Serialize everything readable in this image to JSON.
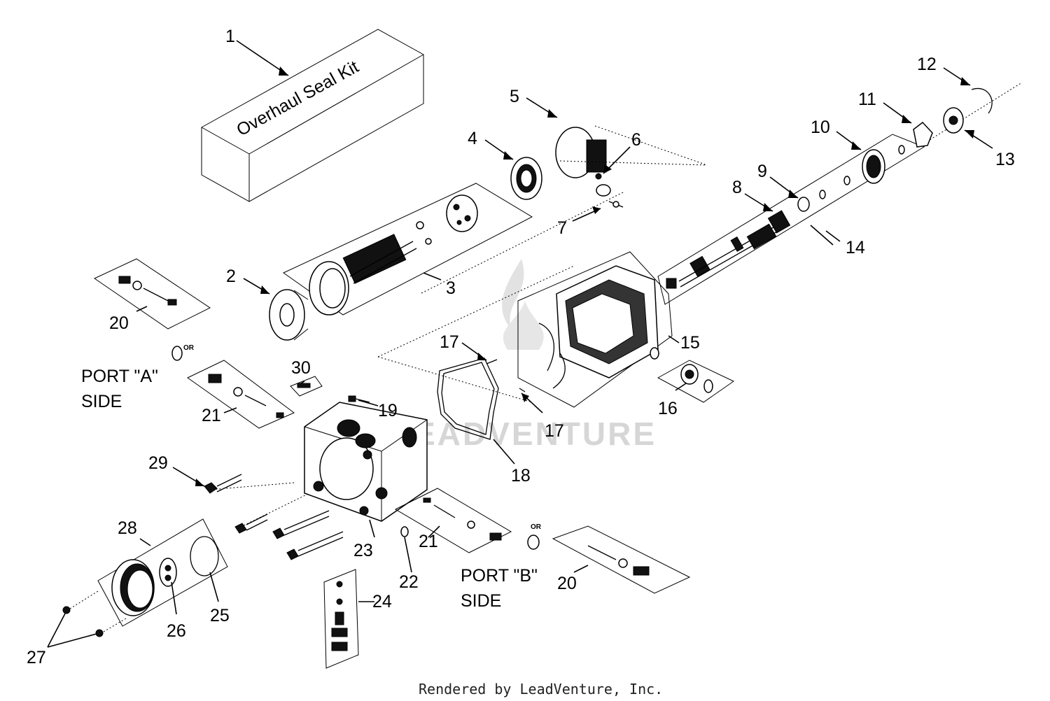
{
  "diagram": {
    "kit_label": "Overhaul Seal Kit",
    "watermark": "LEADVENTURE",
    "credit": "Rendered by LeadVenture, Inc.",
    "port_a": {
      "line1": "PORT \"A\"",
      "line2": "SIDE",
      "or": "OR"
    },
    "port_b": {
      "line1": "PORT \"B\"",
      "line2": "SIDE",
      "or": "OR"
    },
    "callouts": [
      "1",
      "2",
      "3",
      "4",
      "5",
      "6",
      "7",
      "8",
      "9",
      "10",
      "11",
      "12",
      "13",
      "14",
      "15",
      "16",
      "17",
      "17",
      "18",
      "19",
      "20",
      "20",
      "21",
      "21",
      "22",
      "23",
      "24",
      "25",
      "26",
      "27",
      "28",
      "29",
      "30"
    ]
  }
}
